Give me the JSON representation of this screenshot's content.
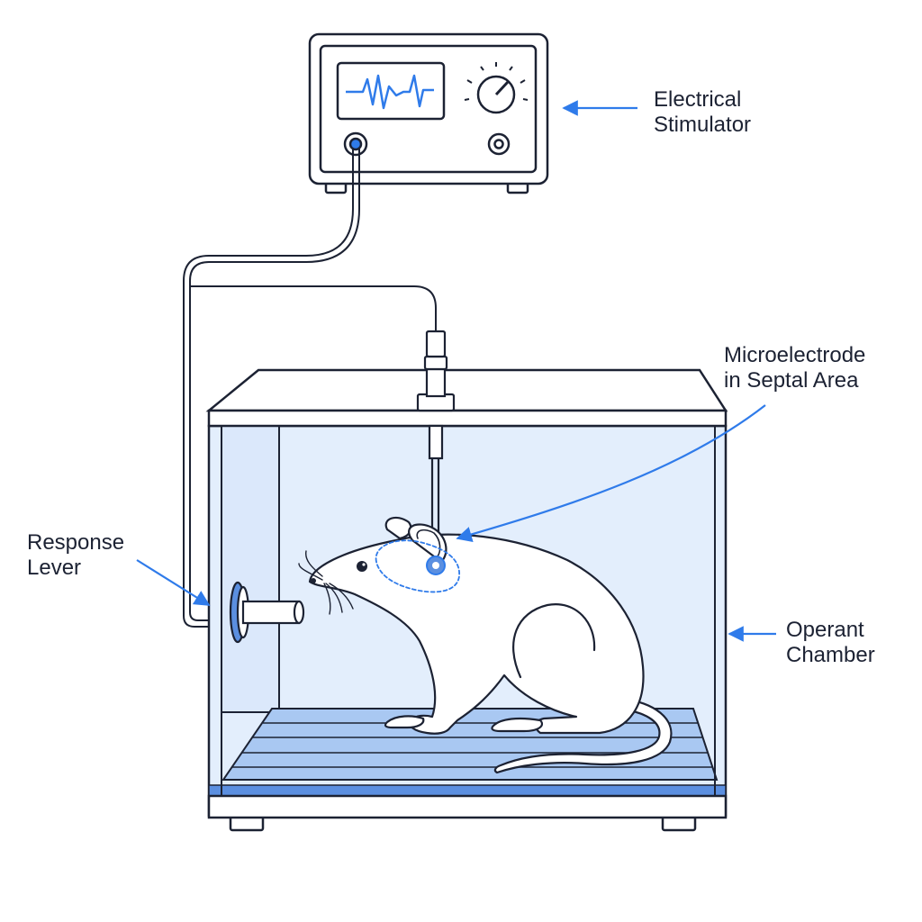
{
  "labels": {
    "stimulator": {
      "line1": "Electrical",
      "line2": "Stimulator"
    },
    "microelectrode": {
      "line1": "Microelectrode",
      "line2": "in Septal Area"
    },
    "response_lever": {
      "line1": "Response",
      "line2": "Lever"
    },
    "operant_chamber": {
      "line1": "Operant",
      "line2": "Chamber"
    }
  },
  "colors": {
    "outline": "#1c2233",
    "accent_blue": "#2f7bea",
    "chamber_fill": "#e3eefc",
    "floor_fill": "#a9c8f2",
    "floor_dark": "#5b8fe0"
  }
}
